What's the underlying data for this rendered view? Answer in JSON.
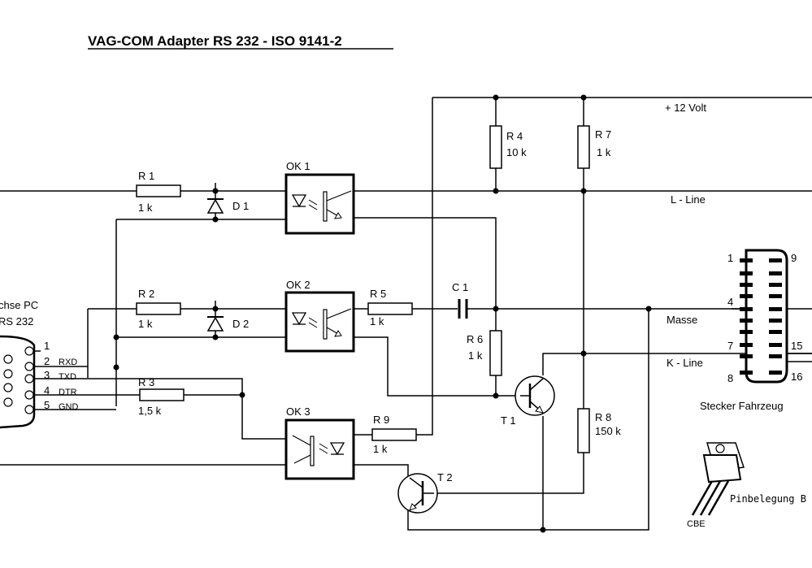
{
  "title": "VAG-COM Adapter  RS 232 - ISO 9141-2",
  "supply_label": "+ 12 Volt",
  "net_l_line": "L - Line",
  "net_masse": "Masse",
  "net_k_line": "K - Line",
  "pc_connector": {
    "line1": "chse PC",
    "line2": "RS 232"
  },
  "pc_pins": [
    {
      "num": "1",
      "signal": ""
    },
    {
      "num": "2",
      "signal": "RXD"
    },
    {
      "num": "3",
      "signal": "TXD"
    },
    {
      "num": "4",
      "signal": "DTR"
    },
    {
      "num": "5",
      "signal": "GND"
    }
  ],
  "car_connector": {
    "label": "Stecker Fahrzeug",
    "pins": {
      "p1": "1",
      "p9": "9",
      "p4": "4",
      "p7": "7",
      "p15": "15",
      "p8": "8",
      "p16": "16"
    }
  },
  "components": {
    "r1": {
      "ref": "R 1",
      "value": "1 k"
    },
    "r2": {
      "ref": "R 2",
      "value": "1 k"
    },
    "r3": {
      "ref": "R 3",
      "value": "1,5 k"
    },
    "r4": {
      "ref": "R 4",
      "value": "10 k"
    },
    "r5": {
      "ref": "R 5",
      "value": "1 k"
    },
    "r6": {
      "ref": "R 6",
      "value": "1 k"
    },
    "r7": {
      "ref": "R 7",
      "value": "1 k"
    },
    "r8": {
      "ref": "R 8",
      "value": "150 k"
    },
    "r9": {
      "ref": "R 9",
      "value": "1 k"
    },
    "d1": {
      "ref": "D 1"
    },
    "d2": {
      "ref": "D 2"
    },
    "c1": {
      "ref": "C 1"
    },
    "ok1": {
      "ref": "OK 1"
    },
    "ok2": {
      "ref": "OK 2"
    },
    "ok3": {
      "ref": "OK 3"
    },
    "t1": {
      "ref": "T 1"
    },
    "t2": {
      "ref": "T 2"
    }
  },
  "pinout": {
    "caption": "Pinbelegung B",
    "pins": "CBE"
  }
}
